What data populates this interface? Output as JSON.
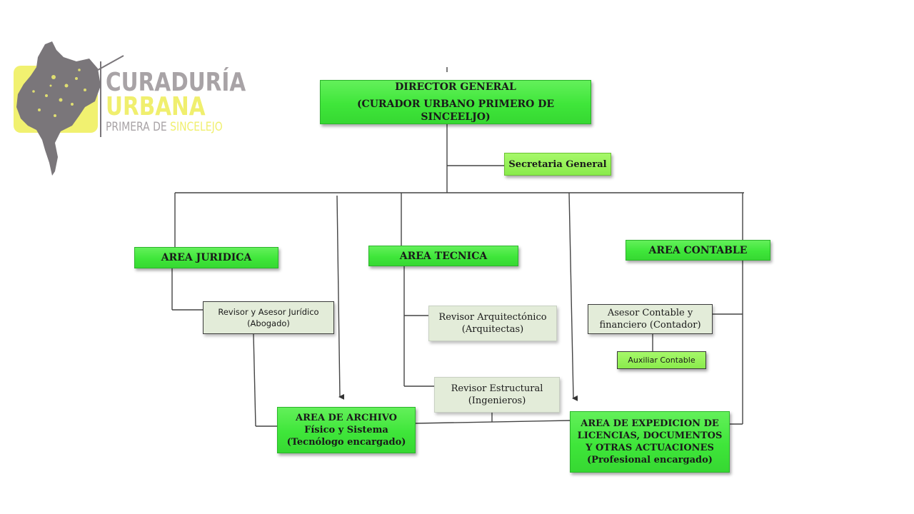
{
  "logo": {
    "line1": "CURADURÍA",
    "line2": "URBANA",
    "line3a": "PRIMERA DE ",
    "line3b": "SINCELEJO"
  },
  "org": {
    "director": {
      "line1": "DIRECTOR GENERAL",
      "line2": "(CURADOR URBANO PRIMERO DE SINCEELJO)"
    },
    "secretaria": "Secretaria General",
    "area_juridica": "AREA JURIDICA",
    "area_tecnica": "AREA TECNICA",
    "area_contable": "AREA CONTABLE",
    "revisor_juridico": {
      "line1": "Revisor  y Asesor Jurídico",
      "line2": "(Abogado)"
    },
    "revisor_arquitectonico": {
      "line1": "Revisor Arquitectónico",
      "line2": "(Arquitectas)"
    },
    "revisor_estructural": {
      "line1": "Revisor Estructural",
      "line2": "(Ingenieros)"
    },
    "asesor_contable": {
      "line1": "Asesor Contable y",
      "line2": "financiero (Contador)"
    },
    "auxiliar_contable": "Auxiliar  Contable",
    "area_archivo": {
      "line1": "AREA DE ARCHIVO",
      "line2": "Físico y Sistema",
      "line3": "(Tecnólogo encargado)"
    },
    "area_expedicion": {
      "line1": "AREA DE EXPEDICION DE",
      "line2": "LICENCIAS, DOCUMENTOS",
      "line3": "Y OTRAS ACTUACIONES",
      "line4": "(Profesional encargado)"
    }
  },
  "colors": {
    "primary_box": "#3fe63a",
    "secondary_box": "#8aeb4c",
    "info_box": "#e3ecd9",
    "logo_grey": "#a8a3a6",
    "logo_yellow": "#f0ef6e"
  }
}
